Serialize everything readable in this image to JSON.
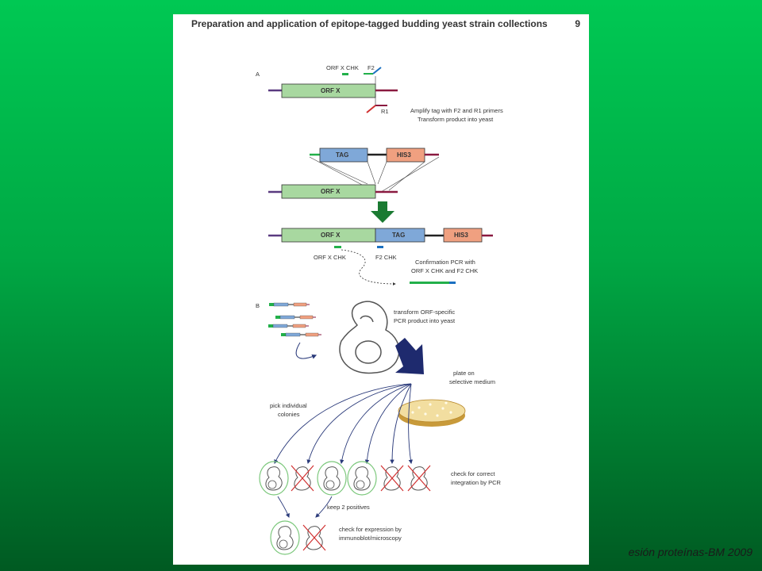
{
  "page": {
    "title": "Preparation and application of epitope-tagged budding yeast strain collections",
    "number": "9"
  },
  "panel_a": {
    "label": "A",
    "primer_chk": "ORF X CHK",
    "primer_f2": "F2",
    "orf": "ORF X",
    "primer_r1": "R1",
    "note_line1": "Amplify tag with F2 and R1 primers",
    "note_line2": "Transform product into yeast",
    "tag": "TAG",
    "marker": "HIS3",
    "orf_chk": "ORF X CHK",
    "f2_chk": "F2 CHK",
    "confirm_line1": "Confirmation PCR with",
    "confirm_line2": "ORF X CHK and F2 CHK"
  },
  "panel_b": {
    "label": "B",
    "transform_line1": "transform ORF-specific",
    "transform_line2": "PCR product into yeast",
    "plate_line1": "plate on",
    "plate_line2": "selective medium",
    "pick_line1": "pick individual",
    "pick_line2": "colonies",
    "check_line1": "check for correct",
    "check_line2": "integration by PCR",
    "keep": "keep 2 positives",
    "expr_line1": "check for expression by",
    "expr_line2": "immunoblot/microscopy"
  },
  "colors": {
    "orf_fill": "#a8d8a0",
    "tag_fill": "#7fa8d8",
    "his3_fill": "#f0a080",
    "chk_green": "#22b04a",
    "f2_blue": "#1a70c0",
    "arrow_green": "#1a7a32",
    "arrow_navy": "#1e2a6e",
    "cross_red": "#d03030",
    "ring_green": "#7cc87c"
  },
  "footer": "esión proteínas-BM 2009"
}
